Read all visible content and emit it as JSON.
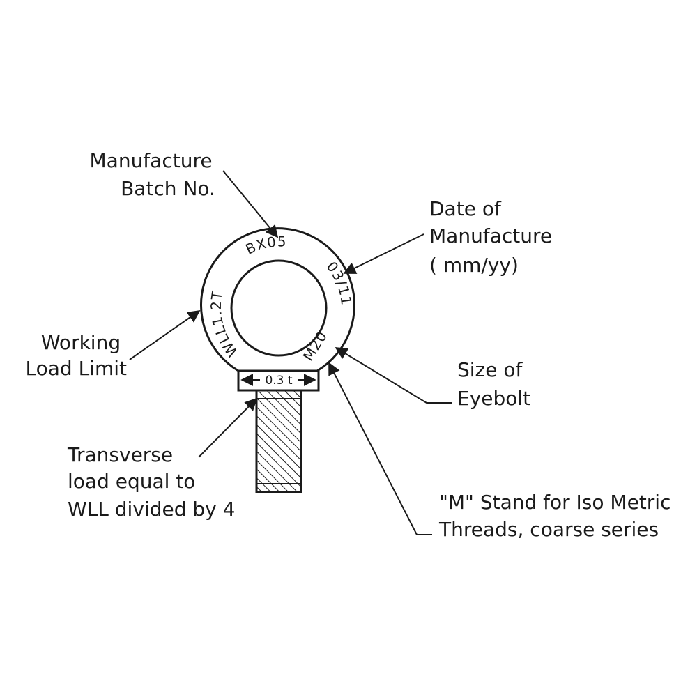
{
  "labels": {
    "batch": [
      "Manufacture",
      "Batch No."
    ],
    "date": [
      "Date of",
      "Manufacture",
      "( mm/yy)"
    ],
    "wll": [
      "Working",
      "Load Limit"
    ],
    "size": [
      "Size of",
      "Eyebolt"
    ],
    "transverse": [
      "Transverse",
      "load equal to",
      "WLL divided by 4"
    ],
    "metric": [
      "\"M\" Stand for Iso Metric",
      "Threads, coarse series"
    ]
  },
  "markings": {
    "wll": "WLL1.2T",
    "batch": "BX05",
    "date": "03/11",
    "size": "M20",
    "dimension": "0.3 t"
  },
  "colors": {
    "ink": "#1a1a1a",
    "background": "#ffffff"
  }
}
